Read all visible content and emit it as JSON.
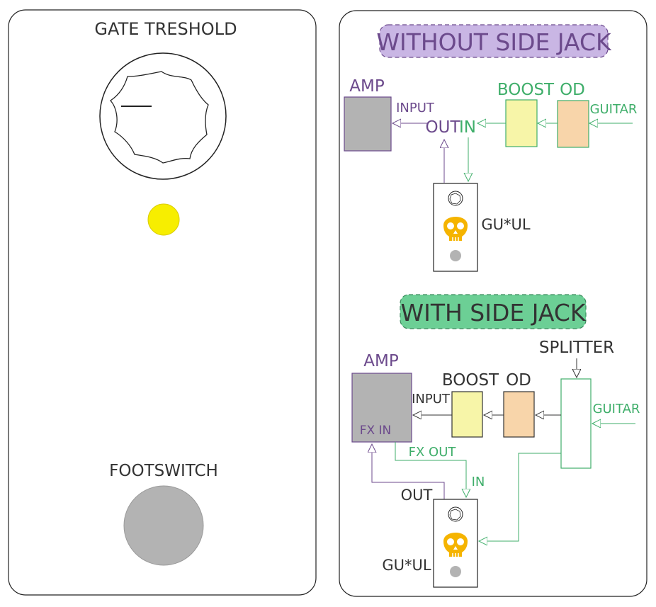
{
  "left_panel": {
    "knob_label": "GATE TRESHOLD",
    "footswitch_label": "FOOTSWITCH",
    "led_color": "#f7ee00"
  },
  "without_side_jack": {
    "title": "WITHOUT SIDE JACK",
    "amp_label": "AMP",
    "input_label": "INPUT",
    "out_label": "OUT",
    "in_label": "IN",
    "boost_label": "BOOST",
    "od_label": "OD",
    "guitar_label": "GUITAR",
    "pedal_label": "GU*UL"
  },
  "with_side_jack": {
    "title": "WITH SIDE JACK",
    "amp_label": "AMP",
    "fx_in_label": "FX IN",
    "input_label": "INPUT",
    "boost_label": "BOOST",
    "od_label": "OD",
    "splitter_label": "SPLITTER",
    "guitar_label": "GUITAR",
    "fx_out_label": "FX OUT",
    "in_label": "IN",
    "out_label": "OUT",
    "pedal_label": "GU*UL"
  },
  "colors": {
    "purple": "#6c4a8c",
    "green": "#3fae6a",
    "title_purple_bg": "#c9b6e4",
    "title_green_bg": "#6ccf95",
    "amp_fill": "#b3b3b3",
    "boost_fill": "#f7f5a8",
    "od_fill": "#f8d5aa",
    "skull": "#f5b400"
  }
}
